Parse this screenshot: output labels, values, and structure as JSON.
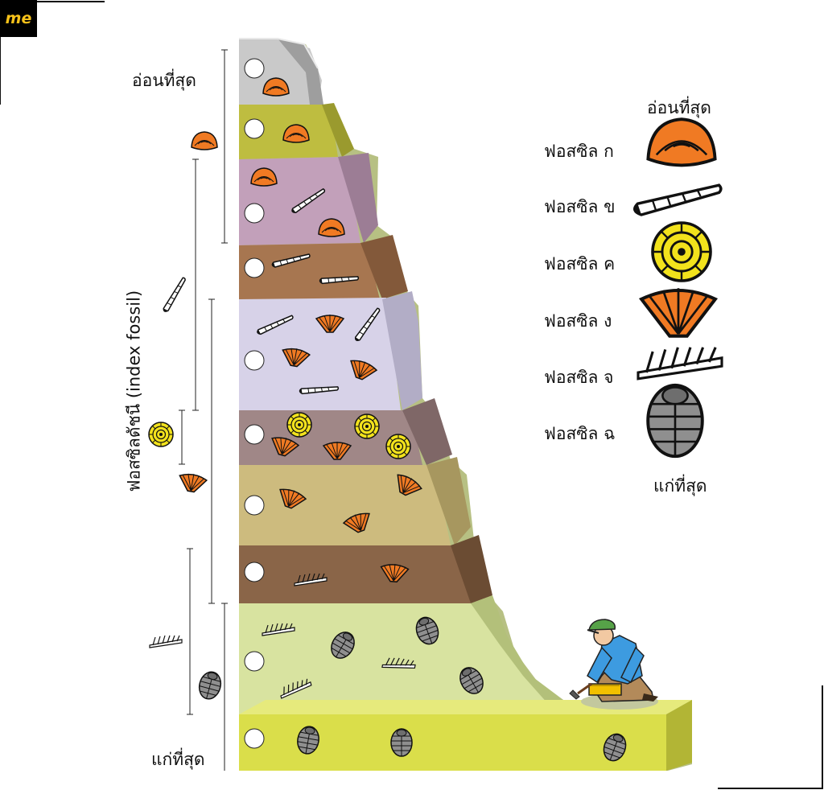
{
  "brand": {
    "logo_text": "me",
    "logo_color": "#f7c21a"
  },
  "column": {
    "top_label": "อ่อนที่สุด",
    "bottom_label": "แก่ที่สุด",
    "axis_label": "ฟอสซิลดัชนี (index fossil)"
  },
  "legend": {
    "top_label": "อ่อนที่สุด",
    "bottom_label": "แก่ที่สุด",
    "items": [
      {
        "label": "ฟอสซิล ก",
        "icon": "scallop-shell-icon",
        "color": "#f07a23"
      },
      {
        "label": "ฟอสซิล ข",
        "icon": "conical-shell-icon",
        "color": "#ffffff"
      },
      {
        "label": "ฟอสซิล ค",
        "icon": "ammonite-icon",
        "color": "#f2e21c"
      },
      {
        "label": "ฟอสซิล ง",
        "icon": "fan-coral-icon",
        "color": "#f07a23"
      },
      {
        "label": "ฟอสซิล จ",
        "icon": "graptolite-icon",
        "color": "#ffffff"
      },
      {
        "label": "ฟอสซิล ฉ",
        "icon": "trilobite-icon",
        "color": "#8f8f8f"
      }
    ]
  },
  "layers": [
    {
      "color": "#c9c9c9",
      "side": "#9e9e9e"
    },
    {
      "color": "#bebd40",
      "side": "#9a9a2e"
    },
    {
      "color": "#c2a0ba",
      "side": "#9c7d95"
    },
    {
      "color": "#a77650",
      "side": "#83593a"
    },
    {
      "color": "#d7d2e8",
      "side": "#b2adc6"
    },
    {
      "color": "#a08787",
      "side": "#7f6767"
    },
    {
      "color": "#cdbb7e",
      "side": "#a7975f"
    },
    {
      "color": "#8a6548",
      "side": "#6b4c33"
    },
    {
      "color": "#d8e3a0",
      "side": "#b3c07a"
    },
    {
      "color": "#dade4a",
      "side": "#b2b535"
    }
  ],
  "scene": {
    "person": "geologist-figure",
    "tool": "rock-hammer-icon",
    "box": "sample-box-icon"
  }
}
